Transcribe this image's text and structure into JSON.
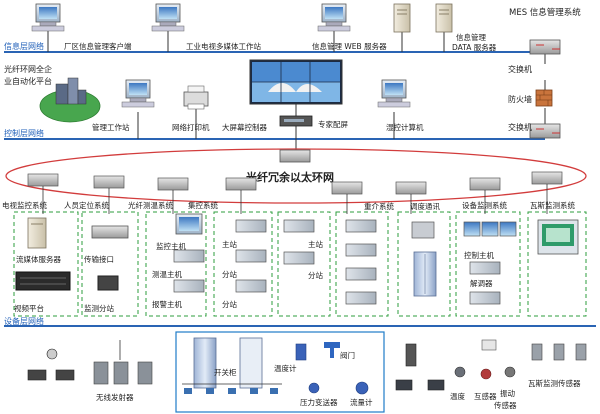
{
  "header": {
    "system_title": "MES 信息管理系统"
  },
  "networks": {
    "info_layer": "信息层网络",
    "control_layer": "控制层网络",
    "device_layer": "设备层网络",
    "ring": "光纤冗余以太环网"
  },
  "info_layer_nodes": {
    "factory_client": "厂区信息管理客户端",
    "tv_workstation": "工业电视多媒体工作站",
    "web_server": "信息管理 WEB 服务器",
    "data_server_line1": "信息管理",
    "data_server_line2": "DATA 服务器"
  },
  "control_layer_nodes": {
    "platform_line1": "光纤环网全企",
    "platform_line2": "业自动化平台",
    "mgmt_station": "管理工作站",
    "net_printer": "网络打印机",
    "screen_controller": "大屏幕控制器",
    "expert_config": "专家配屏",
    "coal_computer": "湿控计算机",
    "switch_upper": "交换机",
    "firewall": "防火墙",
    "switch_lower": "交换机"
  },
  "subsystems": {
    "tv_monitor": "电视监控系统",
    "personnel": "人员定位系统",
    "fiber_test": "光纤测温系统",
    "centralized": "集控系统",
    "sorting": "重介系统",
    "dispatch": "调度通讯",
    "equipment": "设备监测系统",
    "gas": "瓦斯监测系统"
  },
  "subsystem_nodes": {
    "stream_server": "流媒体服务器",
    "video_platform": "视频平台",
    "transfer_port": "传输接口",
    "monitor_substation": "监测分站",
    "monitor_host": "监控主机",
    "test_host": "测温主机",
    "alarm_host": "报警主机",
    "main_station": "主站",
    "sub_station": "分站",
    "control_host": "控制主机",
    "demodulator": "解调器"
  },
  "field_devices": {
    "wireless": "无线发射器",
    "switch_cabinet": "开关柜",
    "thermometer": "温度计",
    "valve": "阀门",
    "pressure": "压力变送器",
    "flowmeter": "流量计",
    "temperature": "温度",
    "transformer": "互感器",
    "vibration_line1": "振动",
    "vibration_line2": "传感器",
    "gas_sensor": "瓦斯监测传感器"
  },
  "colors": {
    "network_line": "#2a64b4",
    "network_text": "#1f5fb8",
    "ring": "#d23c3c",
    "dashed_box": "#2e9e3e",
    "field_box": "#1e7cc8"
  }
}
